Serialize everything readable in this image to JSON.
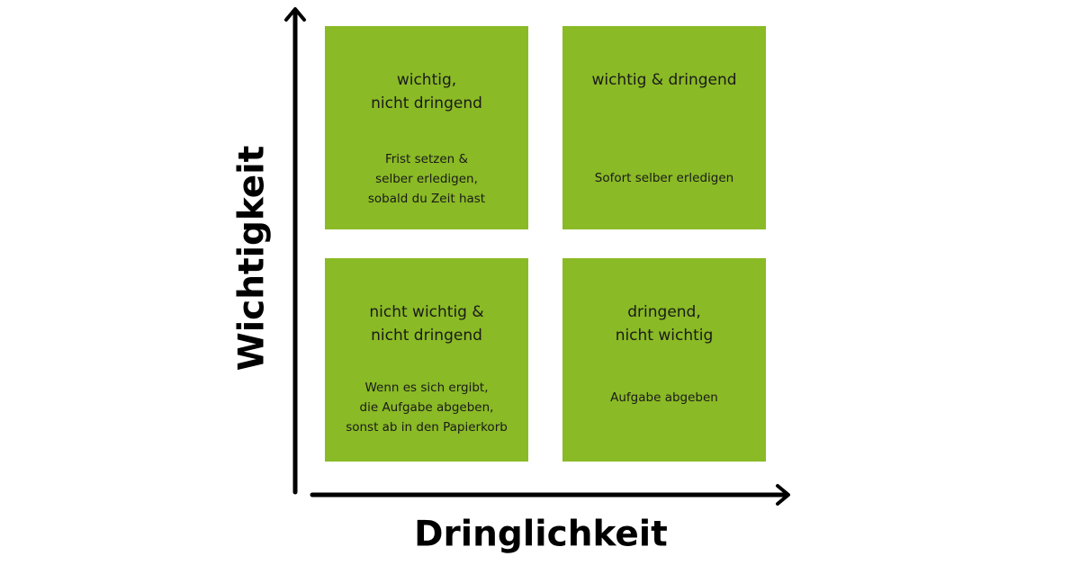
{
  "axes": {
    "y_label": "Wichtigkeit",
    "x_label": "Dringlichkeit"
  },
  "quadrants": {
    "top_left": {
      "title": "wichtig,\nnicht dringend",
      "action": "Frist setzen &\nselber erledigen,\nsobald du Zeit hast"
    },
    "top_right": {
      "title": "wichtig & dringend",
      "action": "Sofort selber erledigen"
    },
    "bottom_left": {
      "title": "nicht wichtig &\nnicht dringend",
      "action": "Wenn es sich ergibt,\ndie Aufgabe abgeben,\nsonst ab in den Papierkorb"
    },
    "bottom_right": {
      "title": "dringend,\nnicht wichtig",
      "action": "Aufgabe abgeben"
    }
  },
  "colors": {
    "quadrant_fill": "#8aba25",
    "axis": "#000000"
  }
}
